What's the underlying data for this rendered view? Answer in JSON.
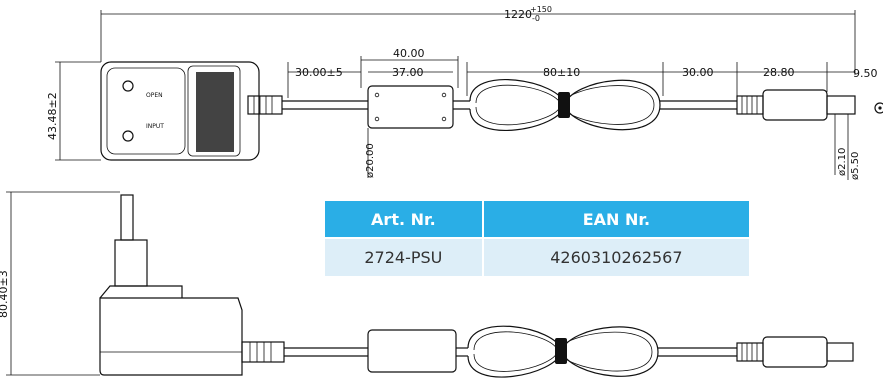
{
  "dimensions": {
    "total_length": "1220",
    "total_tolerance_plus": "+150",
    "total_tolerance_minus": "-0",
    "housing_height": "43.48±2",
    "adapter_to_ferrite": "30.00±5",
    "ferrite_outer": "40.00",
    "ferrite_inner": "37.00",
    "coil_length": "80±10",
    "coil_to_plug": "30.00",
    "plug_length": "28.80",
    "tip_length": "9.50",
    "ferrite_diameter": "ø20.00",
    "pin_inner_diameter": "ø2.10",
    "pin_outer_diameter": "ø5.50",
    "overall_height": "80.40±3"
  },
  "housing_text": {
    "open": "OPEN",
    "input": "INPUT"
  },
  "table": {
    "headers": [
      "Art. Nr.",
      "EAN Nr."
    ],
    "row": [
      "2724-PSU",
      "4260310262567"
    ]
  },
  "colors": {
    "header_bg": "#2aaee6",
    "row_bg": "#ddeef8",
    "line": "#111111"
  }
}
